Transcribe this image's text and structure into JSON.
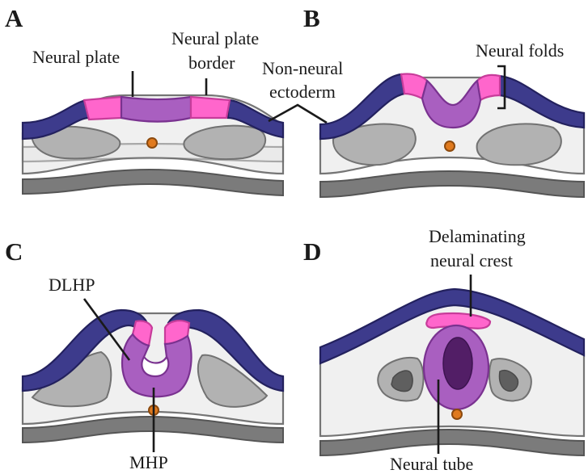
{
  "panels": {
    "a": {
      "letter": "A",
      "neural_plate": "Neural plate",
      "plate_border_1": "Neural plate",
      "plate_border_2": "border",
      "non_neural_1": "Non-neural",
      "non_neural_2": "ectoderm"
    },
    "b": {
      "letter": "B",
      "neural_folds": "Neural folds"
    },
    "c": {
      "letter": "C",
      "dlhp": "DLHP",
      "mhp": "MHP"
    },
    "d": {
      "letter": "D",
      "crest_1": "Delaminating",
      "crest_2": "neural crest",
      "neural_tube": "Neural tube"
    }
  },
  "colors": {
    "non_neural_ectoderm": "#3d3b8c",
    "neural_plate": "#a95fc0",
    "neural_plate_border": "#ff66cc",
    "notochord": "#e07a1e",
    "mesoderm": "#f0f0f0",
    "somite": "#b2b2b2"
  }
}
